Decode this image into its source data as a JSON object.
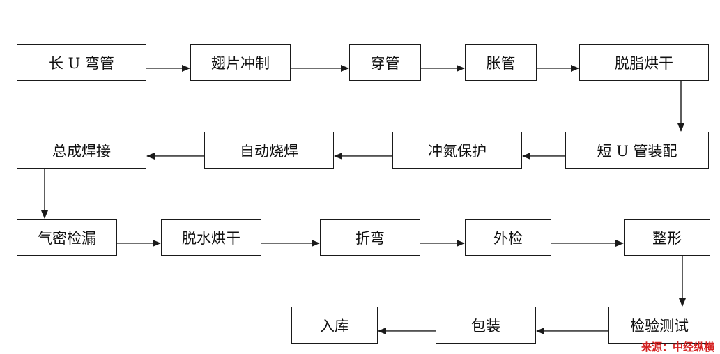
{
  "steps": [
    {
      "id": "s1",
      "label": "长 U 弯管"
    },
    {
      "id": "s2",
      "label": "翅片冲制"
    },
    {
      "id": "s3",
      "label": "穿管"
    },
    {
      "id": "s4",
      "label": "胀管"
    },
    {
      "id": "s5",
      "label": "脱脂烘干"
    },
    {
      "id": "s6",
      "label": "短 U 管装配"
    },
    {
      "id": "s7",
      "label": "冲氮保护"
    },
    {
      "id": "s8",
      "label": "自动烧焊"
    },
    {
      "id": "s9",
      "label": "总成焊接"
    },
    {
      "id": "s10",
      "label": "气密检漏"
    },
    {
      "id": "s11",
      "label": "脱水烘干"
    },
    {
      "id": "s12",
      "label": "折弯"
    },
    {
      "id": "s13",
      "label": "外检"
    },
    {
      "id": "s14",
      "label": "整形"
    },
    {
      "id": "s15",
      "label": "检验测试"
    },
    {
      "id": "s16",
      "label": "包装"
    },
    {
      "id": "s17",
      "label": "入库"
    }
  ],
  "edges": [
    [
      "s1",
      "s2"
    ],
    [
      "s2",
      "s3"
    ],
    [
      "s3",
      "s4"
    ],
    [
      "s4",
      "s5"
    ],
    [
      "s5",
      "s6"
    ],
    [
      "s6",
      "s7"
    ],
    [
      "s7",
      "s8"
    ],
    [
      "s8",
      "s9"
    ],
    [
      "s9",
      "s10"
    ],
    [
      "s10",
      "s11"
    ],
    [
      "s11",
      "s12"
    ],
    [
      "s12",
      "s13"
    ],
    [
      "s13",
      "s14"
    ],
    [
      "s14",
      "s15"
    ],
    [
      "s15",
      "s16"
    ],
    [
      "s16",
      "s17"
    ]
  ],
  "source_note": "来源：中经纵横",
  "colors": {
    "line": "#1a1a1a",
    "source_note": "#d42020"
  }
}
